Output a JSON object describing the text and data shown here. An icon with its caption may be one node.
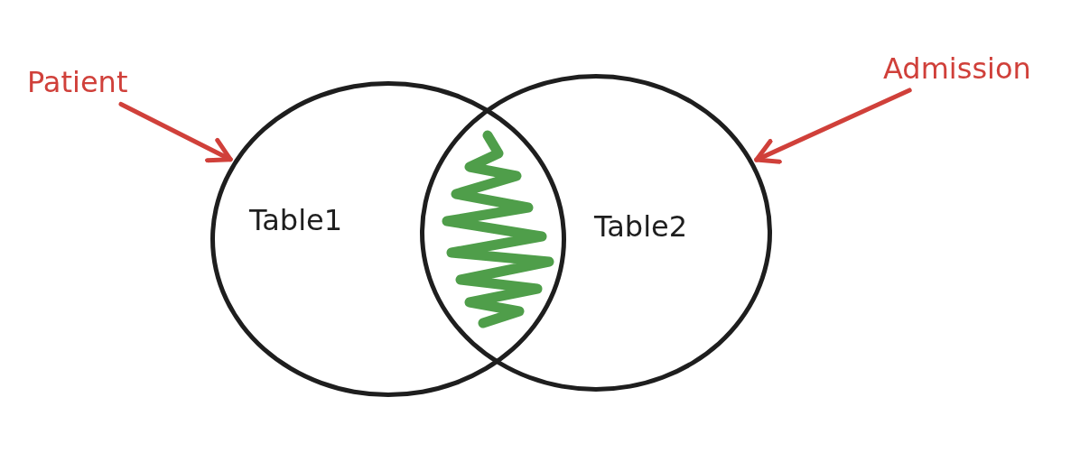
{
  "diagram": {
    "nodes": [
      {
        "text": [
          "Patient"
        ]
      },
      {
        "text": [
          "Table1"
        ]
      },
      {
        "text": [
          "Table2"
        ]
      },
      {
        "text": [
          "Admission"
        ]
      }
    ],
    "edges": [
      {
        "from": 0,
        "to": 1,
        "arrow": "to"
      },
      {
        "from": 3,
        "to": 2,
        "arrow": "to"
      }
    ]
  }
}
